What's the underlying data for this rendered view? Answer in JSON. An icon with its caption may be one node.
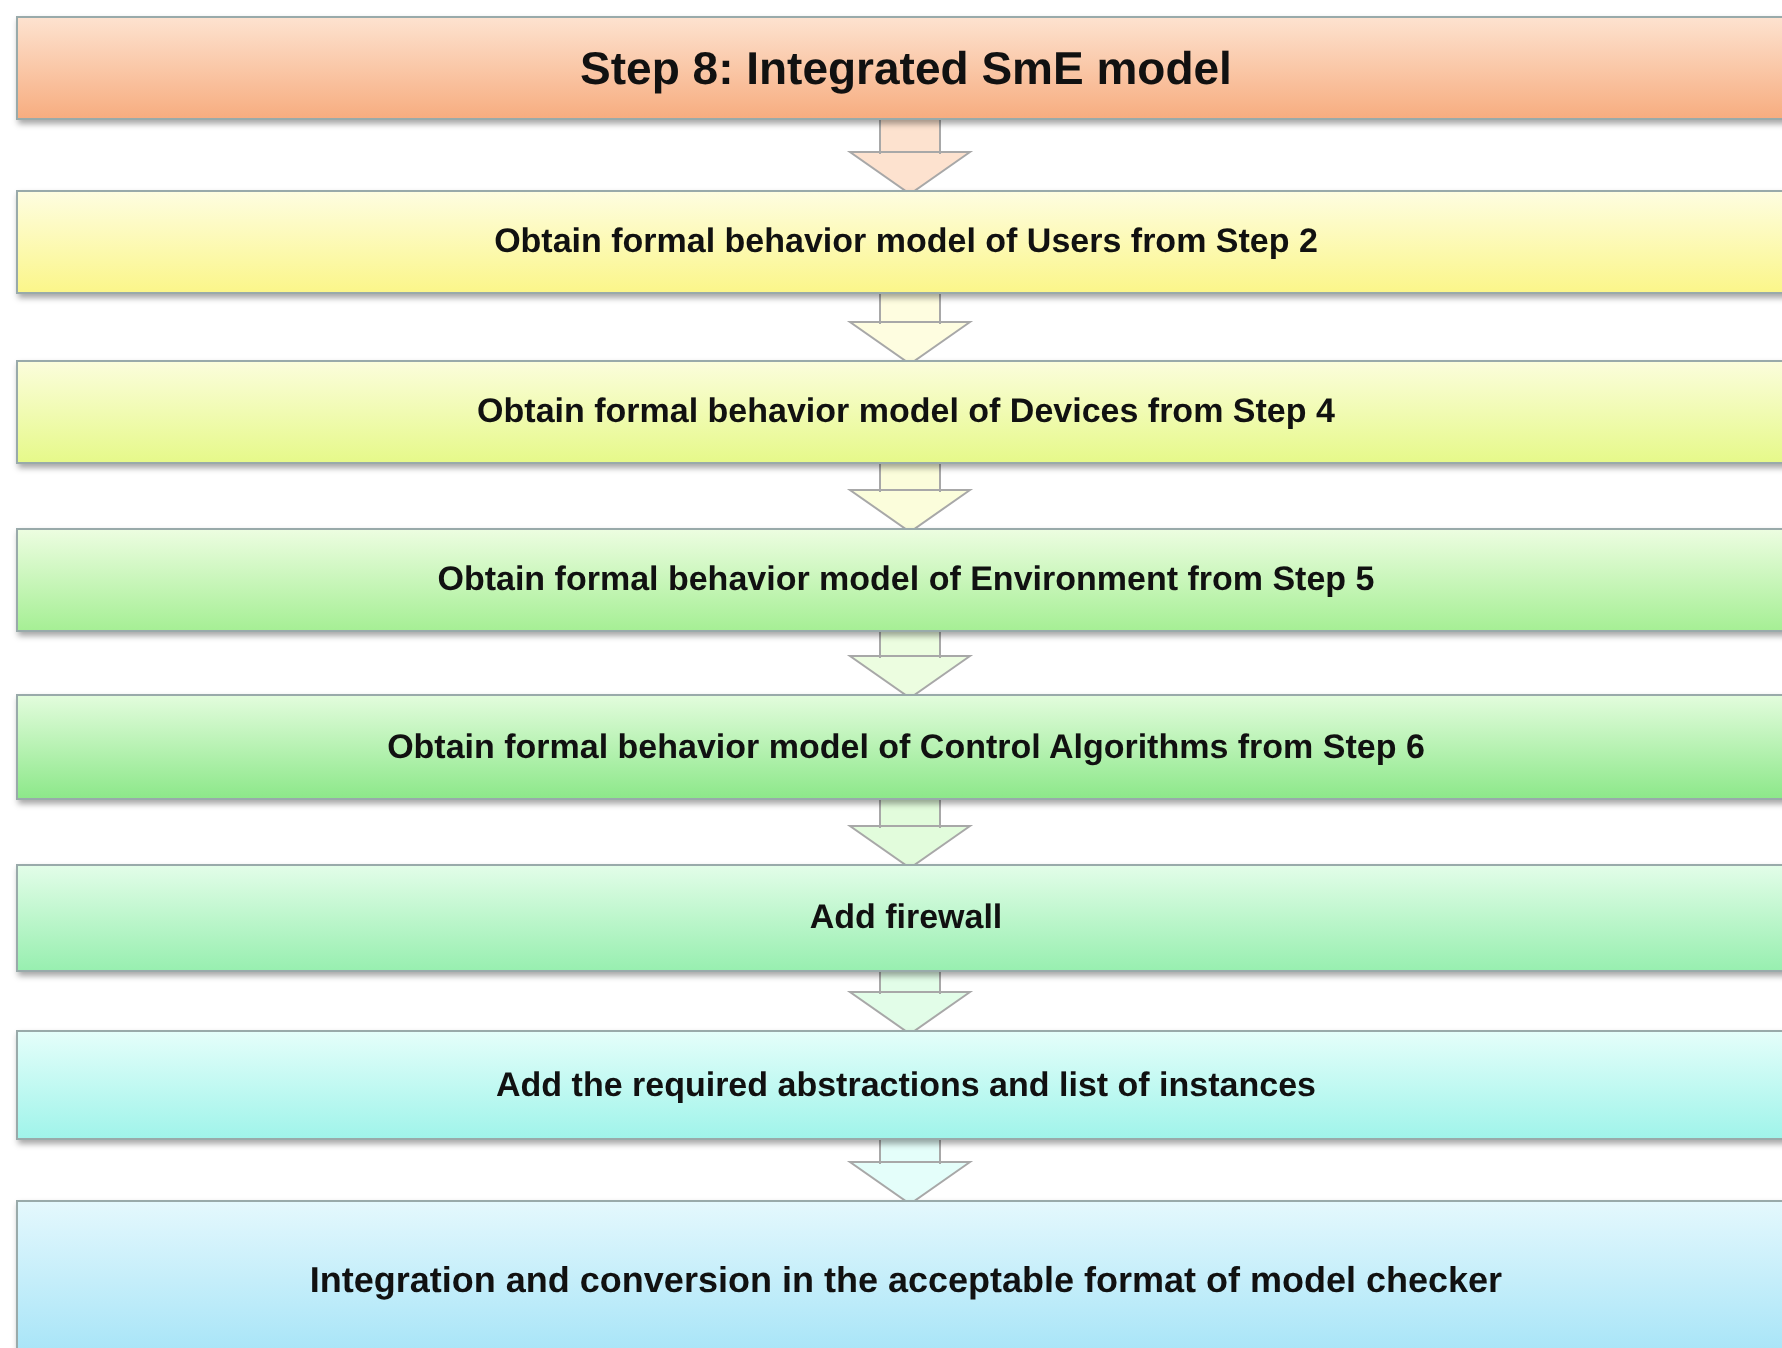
{
  "diagram": {
    "nodes": [
      {
        "text": [
          "Step 8: Integrated SmE model"
        ]
      },
      {
        "text": [
          "Obtain formal behavior model of Users from Step 2"
        ]
      },
      {
        "text": [
          "Obtain formal behavior model of Devices from Step 4"
        ]
      },
      {
        "text": [
          "Obtain formal behavior model of Environment from Step 5"
        ]
      },
      {
        "text": [
          "Obtain formal behavior model of Control Algorithms from Step 6"
        ]
      },
      {
        "text": [
          "Add firewall"
        ]
      },
      {
        "text": [
          "Add the required abstractions and list of instances"
        ]
      },
      {
        "text": [
          "Integration and conversion in the acceptable format of model checker"
        ]
      }
    ],
    "edges": [
      {
        "from": 0,
        "to": 1,
        "arrow": "to"
      },
      {
        "from": 1,
        "to": 2,
        "arrow": "to"
      },
      {
        "from": 2,
        "to": 3,
        "arrow": "to"
      },
      {
        "from": 3,
        "to": 4,
        "arrow": "to"
      },
      {
        "from": 4,
        "to": 5,
        "arrow": "to"
      },
      {
        "from": 5,
        "to": 6,
        "arrow": "to"
      },
      {
        "from": 6,
        "to": 7,
        "arrow": "to"
      }
    ]
  }
}
